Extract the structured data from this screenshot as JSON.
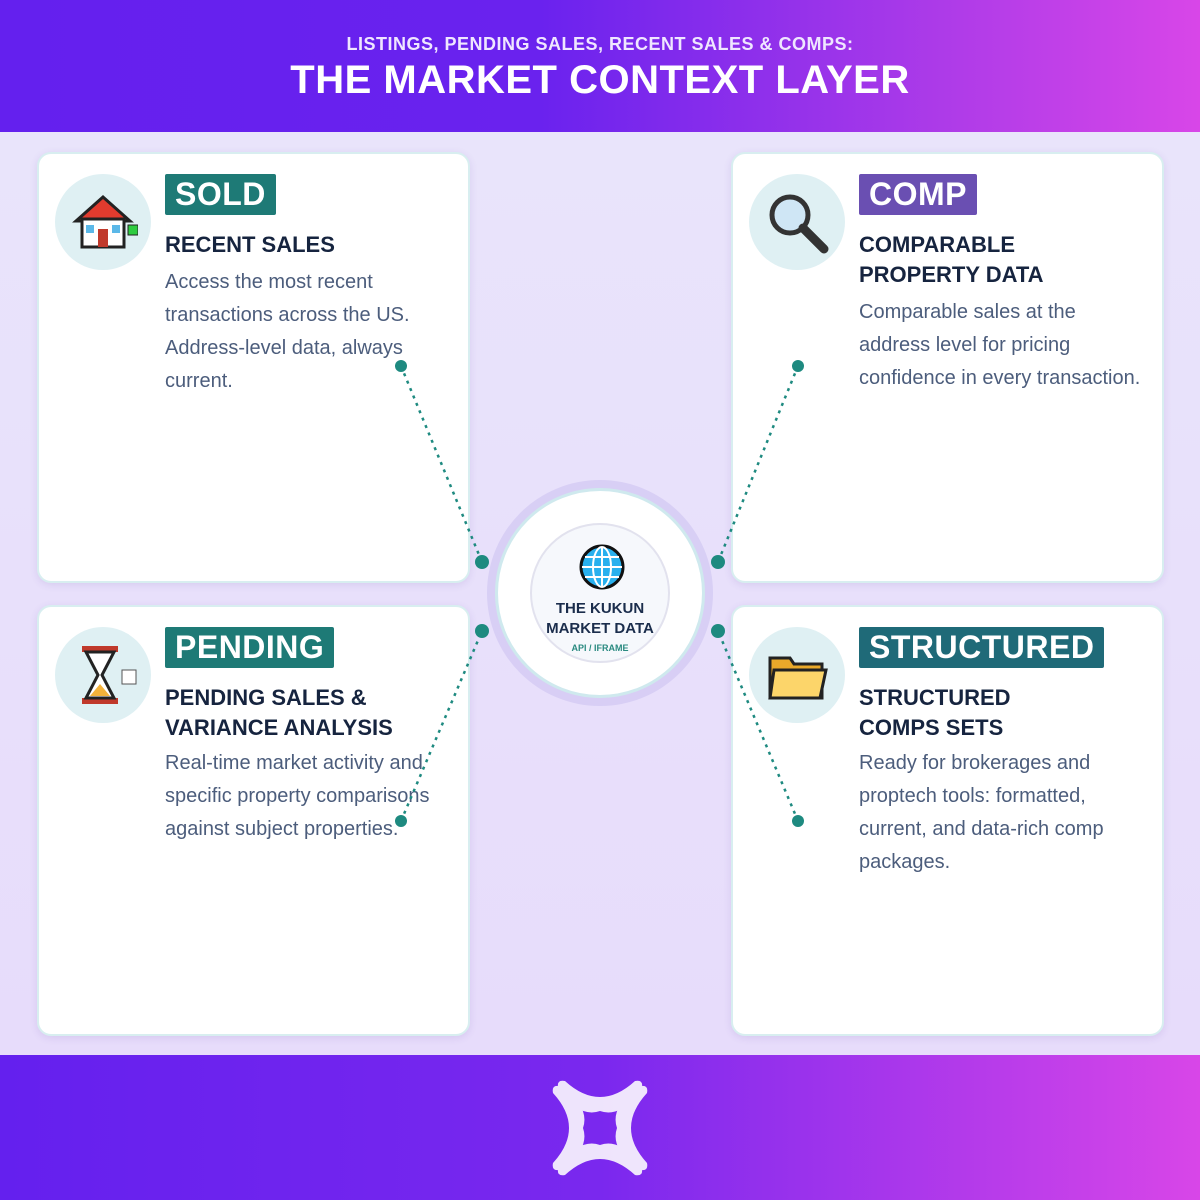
{
  "header": {
    "subtitle": "LISTINGS, PENDING SALES, RECENT SALES & COMPS:",
    "title": "THE MARKET CONTEXT LAYER"
  },
  "hub": {
    "title_line1": "THE KUKUN",
    "title_line2": "MARKET DATA",
    "subtitle": "API / IFRAME",
    "icon": "globe-icon"
  },
  "cards": [
    {
      "badge": "SOLD",
      "badge_color": "#1e7a76",
      "heading": [
        "RECENT SALES"
      ],
      "description": "Access the most recent transactions across the US. Address-level data, always current.",
      "icon": "house-icon"
    },
    {
      "badge": "COMP",
      "badge_color": "#6a4fb2",
      "heading": [
        "COMPARABLE",
        "PROPERTY DATA"
      ],
      "description": "Comparable sales at the address level for pricing confidence in every transaction.",
      "icon": "magnifier-icon"
    },
    {
      "badge": "PENDING",
      "badge_color": "#1e7a76",
      "heading": [
        "PENDING SALES &",
        "VARIANCE ANALYSIS"
      ],
      "description": "Real-time market activity and specific property comparisons against subject properties.",
      "icon": "hourglass-icon"
    },
    {
      "badge": "STRUCTURED",
      "badge_color": "#1f6a78",
      "heading": [
        "STRUCTURED",
        "COMPS SETS"
      ],
      "description": "Ready for brokerages and proptech tools: formatted, current, and data-rich comp packages.",
      "icon": "folder-icon"
    }
  ],
  "colors": {
    "accent": "#1e8a80",
    "header_start": "#6420ee",
    "header_end": "#d846e8"
  }
}
